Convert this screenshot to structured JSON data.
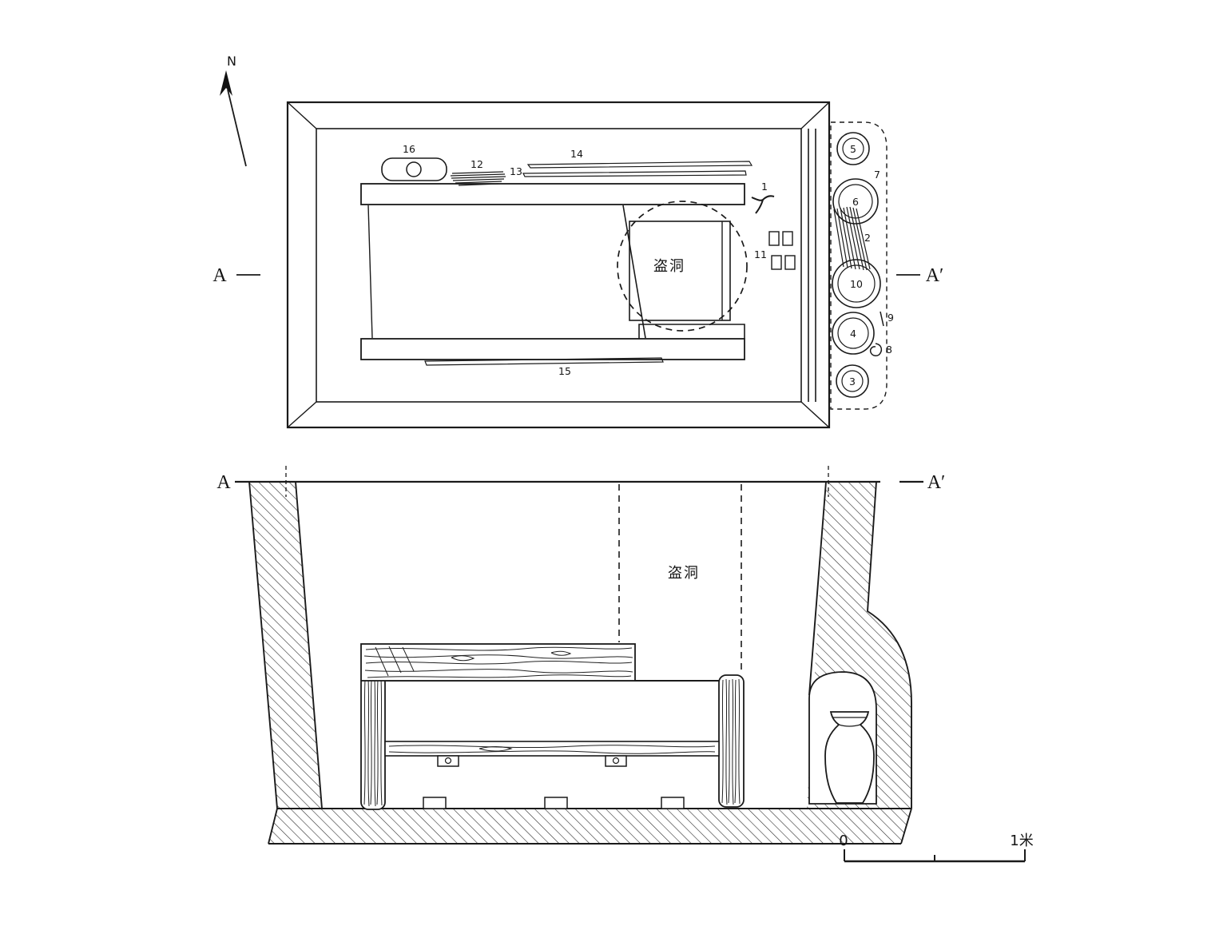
{
  "figure": {
    "compass": "N",
    "plan": {
      "marker_left": "A",
      "marker_right": "A′",
      "robber_hole": "盗洞",
      "labels": {
        "n1": "1",
        "n2": "2",
        "n3": "3",
        "n4": "4",
        "n5": "5",
        "n6": "6",
        "n7": "7",
        "n8": "8",
        "n9": "9",
        "n10": "10",
        "n11": "11",
        "n12": "12",
        "n13": "13",
        "n14": "14",
        "n15": "15",
        "n16": "16"
      }
    },
    "section": {
      "marker_left": "A",
      "marker_right": "A′",
      "robber_hole": "盗洞",
      "scale": {
        "zero": "0",
        "unit": "1米"
      }
    }
  }
}
